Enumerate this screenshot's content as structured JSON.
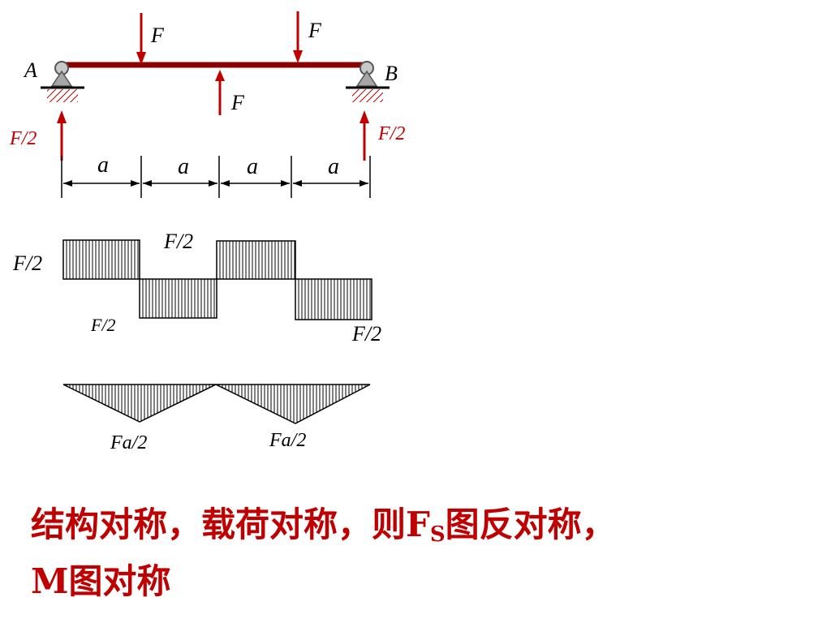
{
  "colors": {
    "beam": "#8b0000",
    "reaction": "#c00000",
    "support": "#a6a6a6",
    "caption": "#c00000"
  },
  "loading": {
    "point_A": "A",
    "point_B": "B",
    "load_label": "F",
    "reaction_label": "F/2",
    "segment_label": "a"
  },
  "shear_diagram": {
    "values": [
      "F/2",
      "F/2",
      "F/2",
      "F/2"
    ]
  },
  "moment_diagram": {
    "values": [
      "Fa/2",
      "Fa/2"
    ]
  },
  "caption": {
    "line1_part1": "结构对称，载荷对称，则F",
    "subscript": "S",
    "line1_part2": "图反对称，",
    "line2": "M图对称"
  }
}
